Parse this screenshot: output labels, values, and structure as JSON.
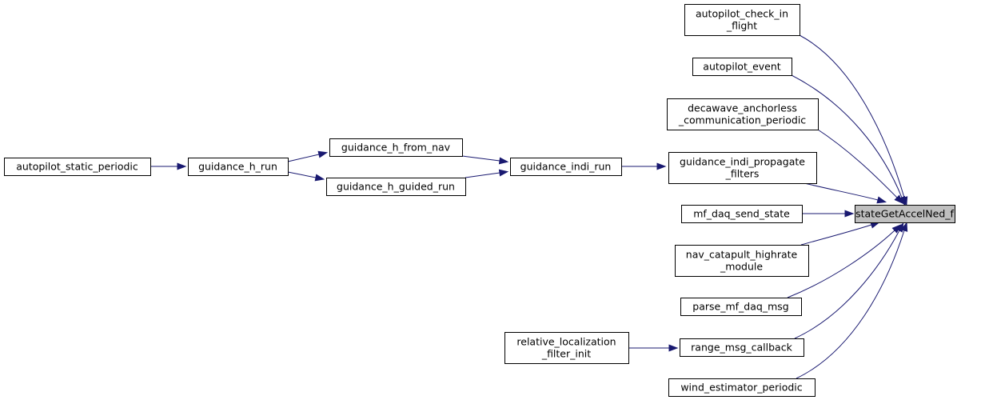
{
  "diagram": {
    "type": "call-graph",
    "root": "stateGetAccelNed_f",
    "colors": {
      "edge": "#191970",
      "node_border": "#000000",
      "root_fill": "#bfbfbf",
      "node_fill": "#ffffff"
    },
    "nodes": [
      {
        "id": "root",
        "lines": [
          "stateGetAccelNed_f"
        ]
      },
      {
        "id": "check_in_flight",
        "lines": [
          "autopilot_check_in",
          "_flight"
        ]
      },
      {
        "id": "ap_event",
        "lines": [
          "autopilot_event"
        ]
      },
      {
        "id": "decawave",
        "lines": [
          "decawave_anchorless",
          "_communication_periodic"
        ]
      },
      {
        "id": "indi_propagate",
        "lines": [
          "guidance_indi_propagate",
          "_filters"
        ]
      },
      {
        "id": "mf_daq_send",
        "lines": [
          "mf_daq_send_state"
        ]
      },
      {
        "id": "nav_catapult",
        "lines": [
          "nav_catapult_highrate",
          "_module"
        ]
      },
      {
        "id": "parse_mf_daq",
        "lines": [
          "parse_mf_daq_msg"
        ]
      },
      {
        "id": "range_cb",
        "lines": [
          "range_msg_callback"
        ]
      },
      {
        "id": "wind_est",
        "lines": [
          "wind_estimator_periodic"
        ]
      },
      {
        "id": "rel_loc",
        "lines": [
          "relative_localization",
          "_filter_init"
        ]
      },
      {
        "id": "indi_run",
        "lines": [
          "guidance_indi_run"
        ]
      },
      {
        "id": "h_from_nav",
        "lines": [
          "guidance_h_from_nav"
        ]
      },
      {
        "id": "h_guided_run",
        "lines": [
          "guidance_h_guided_run"
        ]
      },
      {
        "id": "h_run",
        "lines": [
          "guidance_h_run"
        ]
      },
      {
        "id": "static_periodic",
        "lines": [
          "autopilot_static_periodic"
        ]
      }
    ],
    "edges": [
      {
        "from": "check_in_flight",
        "to": "root"
      },
      {
        "from": "ap_event",
        "to": "root"
      },
      {
        "from": "decawave",
        "to": "root"
      },
      {
        "from": "indi_propagate",
        "to": "root"
      },
      {
        "from": "mf_daq_send",
        "to": "root"
      },
      {
        "from": "nav_catapult",
        "to": "root"
      },
      {
        "from": "parse_mf_daq",
        "to": "root"
      },
      {
        "from": "range_cb",
        "to": "root"
      },
      {
        "from": "wind_est",
        "to": "root"
      },
      {
        "from": "indi_run",
        "to": "indi_propagate"
      },
      {
        "from": "h_from_nav",
        "to": "indi_run"
      },
      {
        "from": "h_guided_run",
        "to": "indi_run"
      },
      {
        "from": "h_run",
        "to": "h_from_nav"
      },
      {
        "from": "h_run",
        "to": "h_guided_run"
      },
      {
        "from": "static_periodic",
        "to": "h_run"
      },
      {
        "from": "rel_loc",
        "to": "range_cb"
      }
    ]
  }
}
